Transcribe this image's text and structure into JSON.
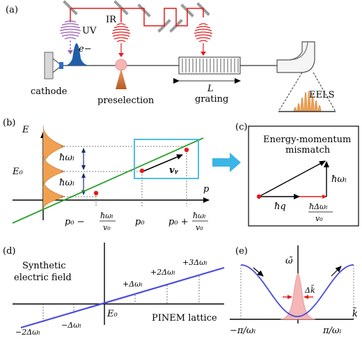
{
  "colors": {
    "laser_red": "#e31a1c",
    "uv_purple": "#9b59b6",
    "electron_blue": "#1f5fa8",
    "green_line": "#2ca02c",
    "orange_peak": "#f0a050",
    "cyan_box": "#3bb5e5",
    "pinem_blue": "#4a4adf",
    "pink_fill": "#f4b6b6",
    "point_red": "#e31a1c",
    "navy": "#1f2a6e"
  },
  "panel_a": {
    "label": "(a)",
    "uv": "UV",
    "ir": "IR",
    "electron": "e−",
    "cathode": "cathode",
    "preselection": "preselection",
    "grating_length": "L",
    "grating": "grating",
    "eels": "EELS"
  },
  "panel_b": {
    "label": "(b)",
    "y_axis": "E",
    "x_axis": "p",
    "e0": "E₀",
    "hw_upper": "ħωₗ",
    "hw_lower": "ħωₗ",
    "vg": "vᵧ",
    "tick_left_p": "p₀ −",
    "tick_left_frac_num": "ħωₗ",
    "tick_left_frac_den": "v₀",
    "tick_mid": "p₀",
    "tick_right_p": "p₀ +",
    "tick_right_frac_num": "ħωₗ",
    "tick_right_frac_den": "v₀"
  },
  "panel_c": {
    "label": "(c)",
    "title_line1": "Energy-momentum",
    "title_line2": "mismatch",
    "hw": "ħωₗ",
    "hq": "ħq",
    "frac_num": "ħΔωₗ",
    "frac_den": "v₀"
  },
  "panel_d": {
    "label": "(d)",
    "title_line1": "Synthetic",
    "title_line2": "electric field",
    "lattice": "PINEM lattice",
    "e0": "E₀",
    "tick_m2": "−2Δωₗ",
    "tick_m1": "−Δωₗ",
    "tick_p1": "+Δωₗ",
    "tick_p2": "+2Δωₗ",
    "tick_p3": "+3Δωₗ"
  },
  "panel_e": {
    "label": "(e)",
    "y_axis": "ω̃",
    "x_axis": "k̃",
    "dk": "Δk̃",
    "x_left": "−π/ωₗ",
    "x_right": "π/ωₗ"
  }
}
